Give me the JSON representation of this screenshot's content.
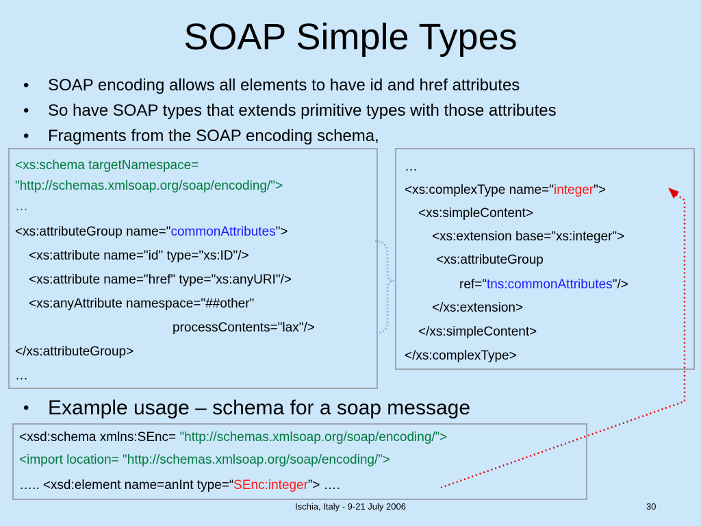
{
  "slide": {
    "title": "SOAP Simple Types",
    "bullets": [
      "SOAP encoding allows all elements to have id and href attributes",
      "So have SOAP types that extends primitive types with those attributes",
      "Fragments from the SOAP encoding schema,"
    ],
    "bullet4": "Example usage – schema for a soap message"
  },
  "box1": {
    "l1": "<xs:schema targetNamespace=",
    "l2": "\"http://schemas.xmlsoap.org/soap/encoding/\">",
    "l3": "…",
    "l4a": "<xs:attributeGroup name=\"",
    "l4b": "commonAttributes",
    "l4c": "\">",
    "l5": "<xs:attribute name=\"id\" type=\"xs:ID\"/>",
    "l6": "<xs:attribute name=\"href\" type=\"xs:anyURI\"/>",
    "l7": "<xs:anyAttribute namespace=\"##other\"",
    "l8": "processContents=\"lax\"/>",
    "l9": "</xs:attributeGroup>",
    "l10": "…"
  },
  "box2": {
    "l1": "…",
    "l2a": "<xs:complexType name=\"",
    "l2b": "integer",
    "l2c": "\">",
    "l3": "<xs:simpleContent>",
    "l4": "<xs:extension base=\"xs:integer\">",
    "l5": "<xs:attributeGroup",
    "l6a": "ref=\"",
    "l6b": "tns:commonAttributes",
    "l6c": "\"/>",
    "l7": "</xs:extension>",
    "l8": "</xs:simpleContent>",
    "l9": "</xs:complexType>"
  },
  "box3": {
    "l1a": "<xsd:schema xmlns:SEnc= ",
    "l1b": "\"http://schemas.xmlsoap.org/soap/encoding/”>",
    "l2": "<import location= \"http://schemas.xmlsoap.org/soap/encoding/”>",
    "l3a": "….. <xsd:element name=anInt type=“",
    "l3b": "SEnc:integer",
    "l3c": "”> …."
  },
  "footer": {
    "center": "Ischia, Italy - 9-21 July 2006",
    "page": "30"
  },
  "colors": {
    "background": "#cce6fa",
    "code_green": "#007a3d",
    "highlight_blue": "#1a1aff",
    "highlight_red": "#ff1a1a",
    "brace_dotted": "#8ab8d8",
    "arrow_red": "#e00000"
  }
}
